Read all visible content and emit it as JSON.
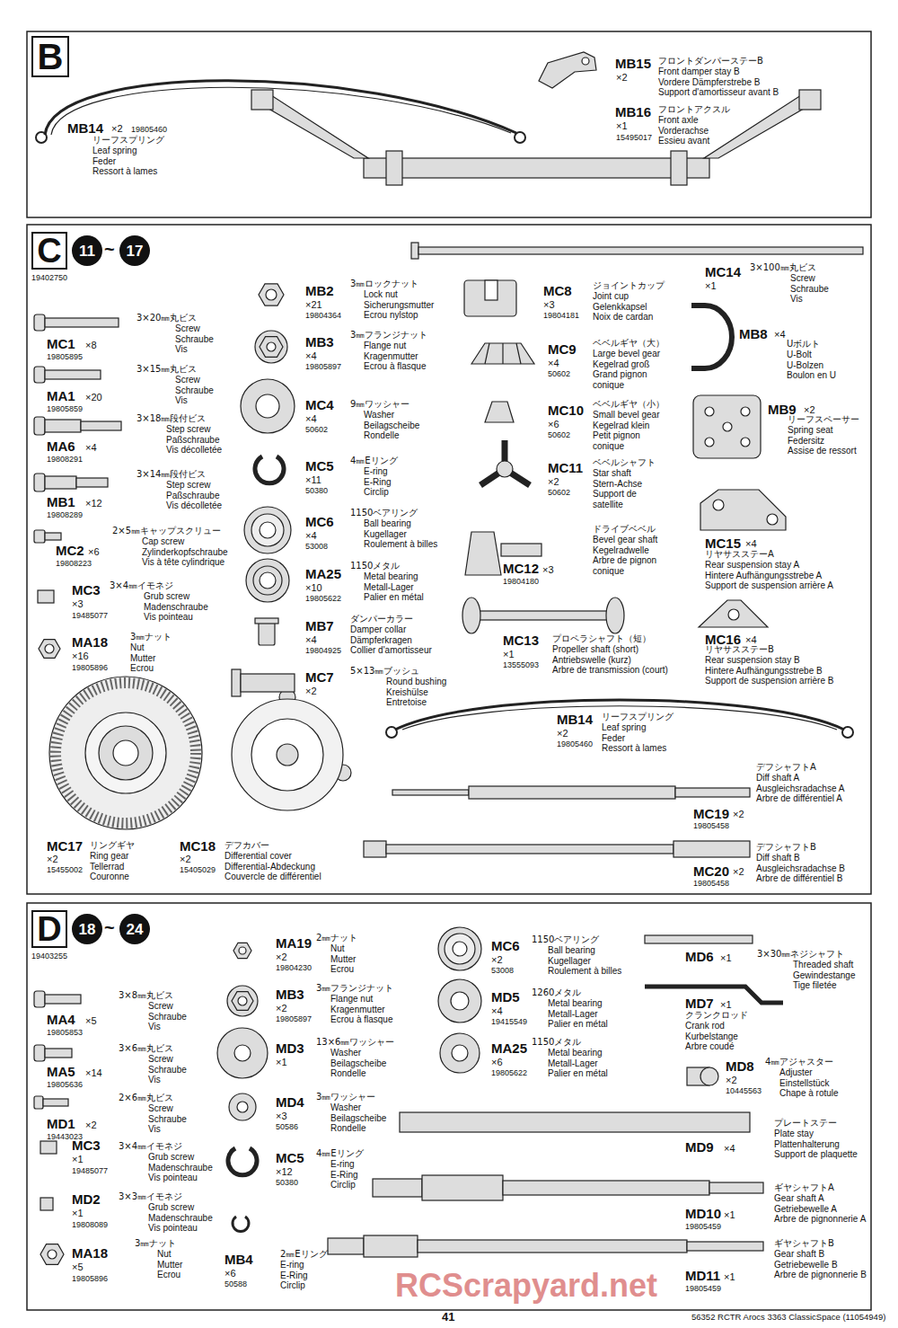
{
  "diagram": {
    "nodes": [
      {
        "text": [
          "B"
        ]
      },
      {
        "text": [
          "C"
        ]
      },
      {
        "text": [
          "11"
        ]
      },
      {
        "text": [
          "17"
        ]
      },
      {
        "text": [
          "D"
        ]
      },
      {
        "text": [
          "18"
        ]
      },
      {
        "text": [
          "24"
        ]
      }
    ],
    "labels": [
      "MB14",
      "×2",
      "19805460",
      "リーフスプリング",
      "Leaf spring",
      "Feder",
      "Ressort à lames",
      "MB15",
      "×2",
      "フロントダンパーステーB",
      "Front damper stay B",
      "Vordere Dämpferstrebe B",
      "Support d'amortisseur avant B",
      "MB16",
      "×1",
      "15495017",
      "フロントアクスル",
      "Front axle",
      "Vorderachse",
      "Essieu avant",
      "19402750",
      "~",
      "MC1",
      "×8",
      "19805895",
      "3×20㎜丸ビス",
      "Screw",
      "Schraube",
      "Vis",
      "MA1",
      "×20",
      "19805859",
      "3×15㎜丸ビス",
      "Screw",
      "Schraube",
      "Vis",
      "MA6",
      "×4",
      "19808291",
      "3×18㎜段付ビス",
      "Step screw",
      "Paßschraube",
      "Vis décolletée",
      "MB1",
      "×12",
      "19808289",
      "3×14㎜段付ビス",
      "Step screw",
      "Paßschraube",
      "Vis décolletée",
      "MC2",
      "×6",
      "19808223",
      "2×5㎜キャップスクリュー",
      "Cap screw",
      "Zylinderkopfschraube",
      "Vis à tête cylindrique",
      "MC3",
      "×3",
      "19485077",
      "3×4㎜イモネジ",
      "Grub screw",
      "Madenschraube",
      "Vis pointeau",
      "MA18",
      "×16",
      "19805896",
      "3㎜ナット",
      "Nut",
      "Mutter",
      "Ecrou",
      "MC17",
      "×2",
      "15455002",
      "リングギヤ",
      "Ring gear",
      "Tellerrad",
      "Couronne",
      "MC18",
      "×2",
      "15405029",
      "デフカバー",
      "Differential cover",
      "Differential-Abdeckung",
      "Couvercle de différentiel",
      "MB2",
      "×21",
      "19804364",
      "3㎜ロックナット",
      "Lock nut",
      "Sicherungsmutter",
      "Ecrou nylstop",
      "MB3",
      "×4",
      "19805897",
      "3㎜フランジナット",
      "Flange nut",
      "Kragenmutter",
      "Ecrou à flasque",
      "MC4",
      "×4",
      "50602",
      "9㎜ワッシャー",
      "Washer",
      "Beilagscheibe",
      "Rondelle",
      "MC5",
      "×11",
      "50380",
      "4㎜Eリング",
      "E-ring",
      "E-Ring",
      "Circlip",
      "MC6",
      "×4",
      "53008",
      "1150ベアリング",
      "Ball bearing",
      "Kugellager",
      "Roulement à billes",
      "MA25",
      "×10",
      "19805622",
      "1150メタル",
      "Metal bearing",
      "Metall-Lager",
      "Palier en métal",
      "MB7",
      "×4",
      "19804925",
      "ダンパーカラー",
      "Damper collar",
      "Dämpferkragen",
      "Collier d'amortisseur",
      "MC7",
      "×2",
      "5×13㎜ブッシュ",
      "Round bushing",
      "Kreishülse",
      "Entretoise",
      "MC8",
      "×3",
      "19804181",
      "ジョイントカップ",
      "Joint cup",
      "Gelenkkapsel",
      "Noix de cardan",
      "MC9",
      "×4",
      "50602",
      "ベベルギヤ（大）",
      "Large bevel gear",
      "Kegelrad groß",
      "Grand pignon",
      "conique",
      "MC10",
      "×6",
      "50602",
      "ベベルギヤ（小）",
      "Small bevel gear",
      "Kegelrad klein",
      "Petit pignon",
      "conique",
      "MC11",
      "×2",
      "50602",
      "ベベルシャフト",
      "Star shaft",
      "Stern-Achse",
      "Support de",
      "satellite",
      "MC12",
      "×3",
      "19804180",
      "ドライブベベル",
      "Bevel gear shaft",
      "Kegelradwelle",
      "Arbre de pignon",
      "conique",
      "MC13",
      "×1",
      "13555093",
      "プロペラシャフト（短）",
      "Propeller shaft (short)",
      "Antriebswelle (kurz)",
      "Arbre de transmission (court)",
      "MC14",
      "×1",
      "3×100㎜丸ビス",
      "Screw",
      "Schraube",
      "Vis",
      "MB8",
      "×4",
      "Uボルト",
      "U-Bolt",
      "U-Bolzen",
      "Boulon en U",
      "MB9",
      "×2",
      "リーフスペーサー",
      "Spring seat",
      "Federsitz",
      "Assise de ressort",
      "MC15",
      "×4",
      "リヤサスステーA",
      "Rear suspension stay A",
      "Hintere Aufhängungsstrebe A",
      "Support de suspension arrière A",
      "MC16",
      "×4",
      "リヤサスステーB",
      "Rear suspension stay B",
      "Hintere Aufhängungsstrebe B",
      "Support de suspension arrière B",
      "MB14",
      "×2",
      "19805460",
      "リーフスプリング",
      "Leaf spring",
      "Feder",
      "Ressort à lames",
      "MC19",
      "×2",
      "19805458",
      "デフシャフトA",
      "Diff shaft A",
      "Ausgleichsradachse A",
      "Arbre de différentiel A",
      "MC20",
      "×2",
      "19805458",
      "デフシャフトB",
      "Diff shaft B",
      "Ausgleichsradachse B",
      "Arbre de différentiel B",
      "19403255",
      "~",
      "MA4",
      "×5",
      "19805853",
      "3×8㎜丸ビス",
      "Screw",
      "Schraube",
      "Vis",
      "MA5",
      "×14",
      "19805636",
      "3×6㎜丸ビス",
      "Screw",
      "Schraube",
      "Vis",
      "MD1",
      "×2",
      "19443023",
      "2×6㎜丸ビス",
      "Screw",
      "Schraube",
      "Vis",
      "MC3",
      "×1",
      "19485077",
      "3×4㎜イモネジ",
      "Grub screw",
      "Madenschraube",
      "Vis pointeau",
      "MD2",
      "×1",
      "19808089",
      "3×3㎜イモネジ",
      "Grub screw",
      "Madenschraube",
      "Vis pointeau",
      "MA18",
      "×5",
      "19805896",
      "3㎜ナット",
      "Nut",
      "Mutter",
      "Ecrou",
      "MA19",
      "×2",
      "19804230",
      "2㎜ナット",
      "Nut",
      "Mutter",
      "Ecrou",
      "MB3",
      "×2",
      "19805897",
      "3㎜フランジナット",
      "Flange nut",
      "Kragenmutter",
      "Ecrou à flasque",
      "MD3",
      "×1",
      "13×6㎜ワッシャー",
      "Washer",
      "Beilagscheibe",
      "Rondelle",
      "MD4",
      "×3",
      "50586",
      "3㎜ワッシャー",
      "Washer",
      "Beilagscheibe",
      "Rondelle",
      "MC5",
      "×12",
      "50380",
      "4㎜Eリング",
      "E-ring",
      "E-Ring",
      "Circlip",
      "MB4",
      "×6",
      "50588",
      "2㎜Eリング",
      "E-ring",
      "E-Ring",
      "Circlip",
      "MC6",
      "×2",
      "53008",
      "1150ベアリング",
      "Ball bearing",
      "Kugellager",
      "Roulement à billes",
      "MD5",
      "×4",
      "19415549",
      "1260メタル",
      "Metal bearing",
      "Metall-Lager",
      "Palier en métal",
      "MA25",
      "×6",
      "19805622",
      "1150メタル",
      "Metal bearing",
      "Metall-Lager",
      "Palier en métal",
      "MD6",
      "×1",
      "3×30㎜ネジシャフト",
      "Threaded shaft",
      "Gewindestange",
      "Tige filetée",
      "MD7",
      "×1",
      "クランクロッド",
      "Crank rod",
      "Kurbelstange",
      "Arbre coudé",
      "MD8",
      "×2",
      "10445563",
      "4㎜アジャスター",
      "Adjuster",
      "Einstellstück",
      "Chape à rotule",
      "MD9",
      "×4",
      "プレートステー",
      "Plate stay",
      "Plattenhalterung",
      "Support de plaquette",
      "MD10",
      "×1",
      "19805459",
      "ギヤシャフトA",
      "Gear shaft A",
      "Getriebewelle A",
      "Arbre de pignonnerie A",
      "MD11",
      "×1",
      "19805459",
      "ギヤシャフトB",
      "Gear shaft B",
      "Getriebewelle B",
      "Arbre de pignonnerie B",
      "41",
      "56352 RCTR Arocs 3363 ClassicSpace (11054949)",
      "RCScrapyard.net"
    ]
  }
}
